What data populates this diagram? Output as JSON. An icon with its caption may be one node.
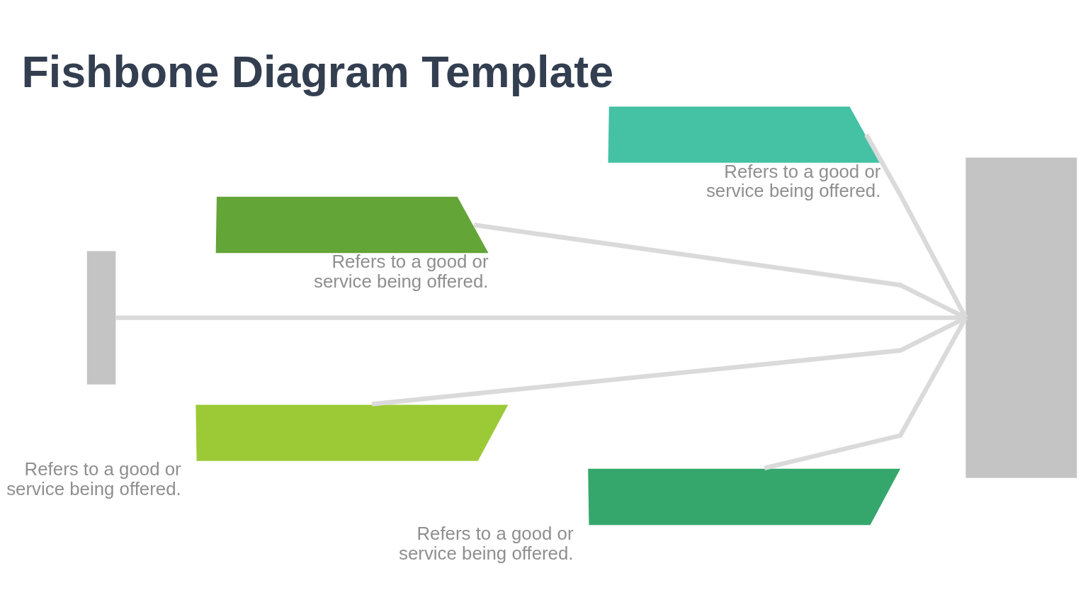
{
  "diagram": {
    "title": "Fishbone Diagram Template",
    "nodes": [
      {
        "text": [],
        "shape": "box"
      },
      {
        "text": [],
        "shape": "parallelogram",
        "beside": [
          "Refers to a good or service being offered."
        ]
      },
      {
        "text": [],
        "shape": "parallelogram",
        "beside": [
          "Refers to a good or service being offered."
        ]
      },
      {
        "text": [],
        "shape": "parallelogram",
        "beside": [
          "Refers to a good or service being offered."
        ]
      },
      {
        "text": [],
        "shape": "parallelogram",
        "beside": [
          "Refers to a good or service being offered."
        ]
      },
      {
        "text": [],
        "shape": "box"
      }
    ],
    "edges": [
      {
        "from": 2,
        "to": 5,
        "arrow": "none"
      },
      {
        "from": 1,
        "to": 5,
        "arrow": "none"
      },
      {
        "from": 0,
        "to": 5,
        "arrow": "none"
      },
      {
        "from": 3,
        "to": 5,
        "arrow": "none"
      },
      {
        "from": 4,
        "to": 5,
        "arrow": "none"
      }
    ]
  }
}
